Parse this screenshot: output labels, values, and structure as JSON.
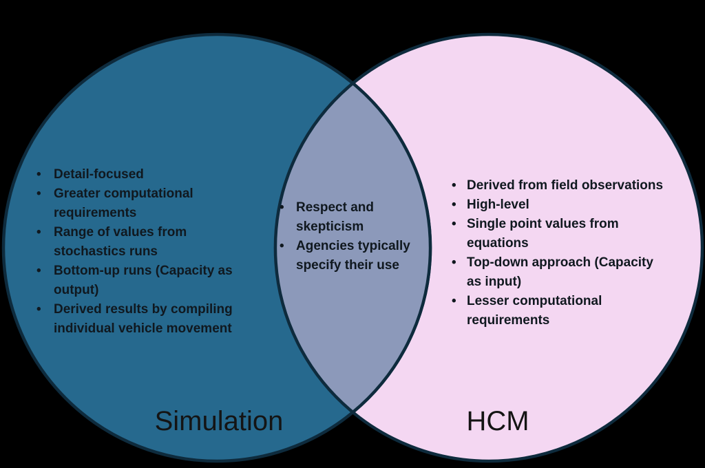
{
  "diagram": {
    "type": "venn",
    "description": "Two-circle Venn diagram comparing Simulation and HCM traffic analysis approaches"
  },
  "colors": {
    "background": "#000000",
    "simulation_fill": "#26698E",
    "hcm_fill": "#F4D7F2",
    "overlap_fill": "#8C99BA",
    "outline": "#0E2B3D",
    "bullet_text": "#10181F",
    "label_text": "#141414"
  },
  "left_circle": {
    "label": "Simulation",
    "items": [
      "Detail-focused",
      "Greater computational\nrequirements",
      "Range of values from\nstochastics runs",
      "Bottom-up runs (Capacity as\noutput)",
      "Derived results by compiling\nindividual vehicle movement"
    ]
  },
  "overlap": {
    "items": [
      "Respect and\nskepticism",
      "Agencies typically\nspecify their use"
    ]
  },
  "right_circle": {
    "label": "HCM",
    "items": [
      "Derived from field observations",
      "High-level",
      "Single point values from\nequations",
      "Top-down approach (Capacity\nas input)",
      "Lesser computational\nrequirements"
    ]
  }
}
